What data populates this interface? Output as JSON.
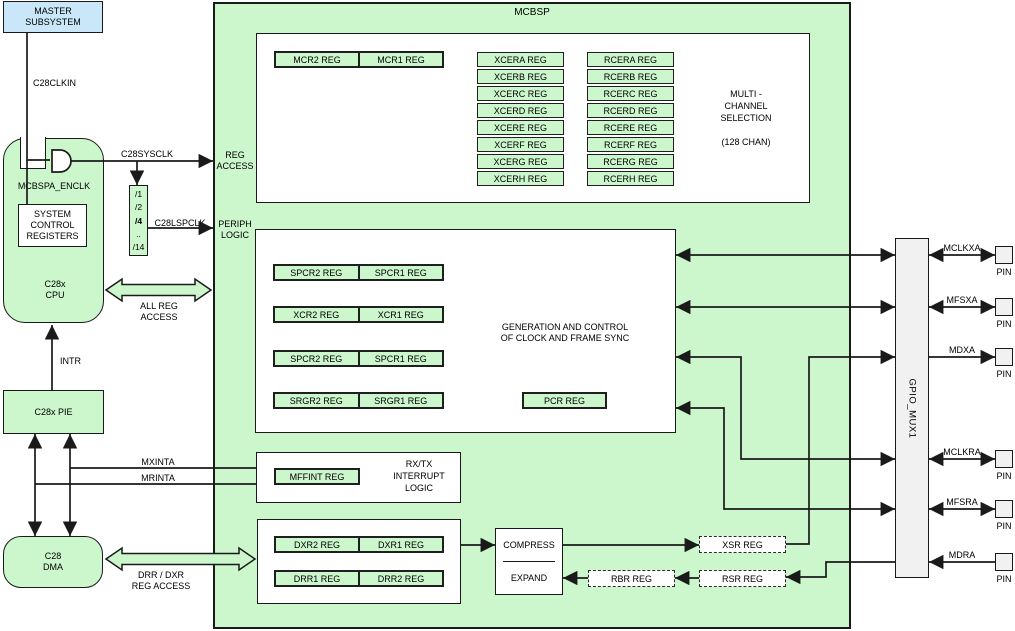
{
  "colors": {
    "block_green": "#ccf6cc",
    "master_blue": "#c9e7f8",
    "mux_gray": "#f1f1f1",
    "line_black": "#1a1a1a"
  },
  "left": {
    "master_subsystem": "MASTER\nSUBSYSTEM",
    "c28clkin": "C28CLKIN",
    "cpu": {
      "enclk": "MCBSPA_ENCLK",
      "sysctrl": "SYSTEM\nCONTROL\nREGISTERS",
      "name": "C28x\nCPU"
    },
    "divider_steps": [
      "/1",
      "/2",
      "/4",
      "..",
      "/14"
    ],
    "c28sysclk": "C28SYSCLK",
    "c28lspclk": "C28LSPCLK",
    "all_reg_access": "ALL REG\nACCESS",
    "intr": "INTR",
    "pie": "C28x PIE",
    "dma": "C28\nDMA",
    "mxinta": "MXINTA",
    "mrinta": "MRINTA",
    "drr_dxr": "DRR / DXR\nREG ACCESS"
  },
  "mcbsp": {
    "title": "MCBSP",
    "reg_access": "REG\nACCESS",
    "periph_logic": "PERIPH\nLOGIC",
    "mcr": [
      "MCR2  REG",
      "MCR1  REG"
    ],
    "xcer": [
      "XCERA  REG",
      "XCERB  REG",
      "XCERC  REG",
      "XCERD  REG",
      "XCERE  REG",
      "XCERF  REG",
      "XCERG  REG",
      "XCERH  REG"
    ],
    "rcer": [
      "RCERA  REG",
      "RCERB  REG",
      "RCERC  REG",
      "RCERD  REG",
      "RCERE  REG",
      "RCERF  REG",
      "RCERG  REG",
      "RCERH  REG"
    ],
    "multichannel_label": "MULTI -\nCHANNEL\nSELECTION\n\n(128 CHAN)",
    "pairs": [
      [
        "SPCR2 REG",
        "SPCR1 REG"
      ],
      [
        "XCR2 REG",
        "XCR1 REG"
      ],
      [
        "SPCR2 REG",
        "SPCR1 REG"
      ],
      [
        "SRGR2 REG",
        "SRGR1 REG"
      ]
    ],
    "gen_label": "GENERATION AND CONTROL\nOF CLOCK AND FRAME SYNC",
    "pcr": "PCR  REG",
    "mffint": "MFFINT REG",
    "rxtx": "RX/TX\nINTERRUPT\nLOGIC",
    "dxr": [
      "DXR2 REG",
      "DXR1 REG"
    ],
    "drr": [
      "DRR1 REG",
      "DRR2 REG"
    ],
    "compress": "COMPRESS",
    "expand": "EXPAND",
    "xsr": "XSR REG",
    "rbr": "RBR REG",
    "rsr": "RSR REG"
  },
  "right": {
    "mux": "GPIO_MUX1",
    "pins": [
      "MCLKXA",
      "MFSXA",
      "MDXA",
      "MCLKRA",
      "MFSRA",
      "MDRA"
    ],
    "pin": "PIN"
  }
}
